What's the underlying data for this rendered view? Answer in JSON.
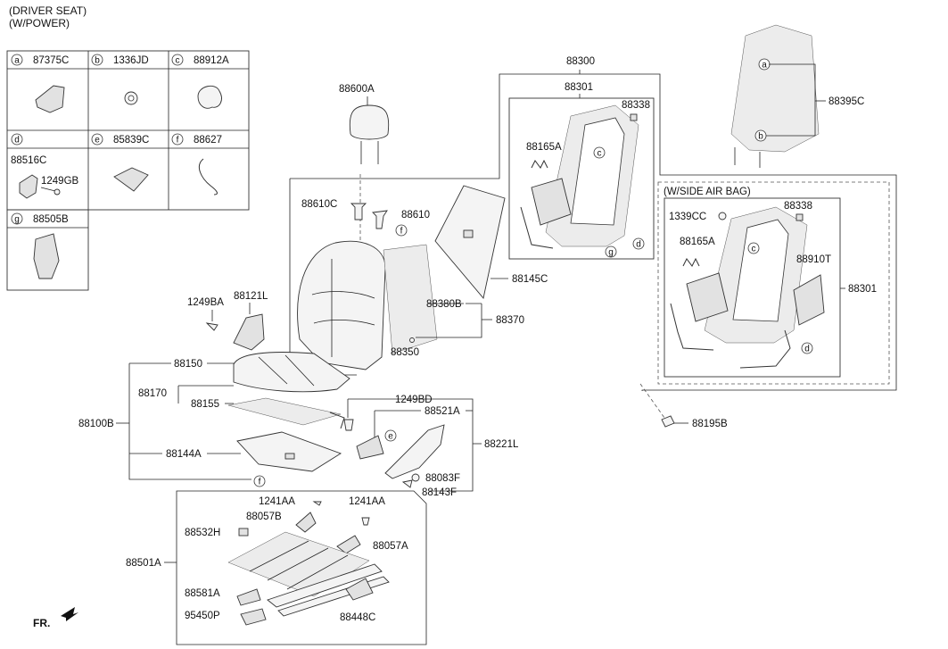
{
  "header": {
    "line1": "(DRIVER SEAT)",
    "line2": "(W/POWER)"
  },
  "legend": {
    "a": {
      "letter": "a",
      "part": "87375C"
    },
    "b": {
      "letter": "b",
      "part": "1336JD"
    },
    "c": {
      "letter": "c",
      "part": "88912A"
    },
    "d": {
      "letter": "d",
      "part1": "88516C",
      "part2": "1249GB"
    },
    "e": {
      "letter": "e",
      "part": "85839C"
    },
    "f": {
      "letter": "f",
      "part": "88627"
    },
    "g": {
      "letter": "g",
      "part": "88505B"
    }
  },
  "labels": {
    "p88300": "88300",
    "p88301_top": "88301",
    "p88338_top": "88338",
    "p88165A_top": "88165A",
    "p88395C": "88395C",
    "p88600A": "88600A",
    "p88610C": "88610C",
    "p88610": "88610",
    "p88145C": "88145C",
    "p88380B": "88380B",
    "p88370": "88370",
    "p88350": "88350",
    "side_airbag": "(W/SIDE AIR BAG)",
    "p88338_sab": "88338",
    "p1339CC": "1339CC",
    "p88165A_sab": "88165A",
    "p88910T": "88910T",
    "p88301_right": "88301",
    "p1249BA": "1249BA",
    "p88121L": "88121L",
    "p88150": "88150",
    "p88170": "88170",
    "p88155": "88155",
    "p88100B": "88100B",
    "p88144A": "88144A",
    "p1249BD": "1249BD",
    "p88521A": "88521A",
    "p88221L": "88221L",
    "p88083F": "88083F",
    "p88143F": "88143F",
    "p88195B": "88195B",
    "p1241AA_l": "1241AA",
    "p1241AA_r": "1241AA",
    "p88057B": "88057B",
    "p88532H": "88532H",
    "p88057A": "88057A",
    "p88501A": "88501A",
    "p88581A": "88581A",
    "p88448C": "88448C",
    "p95450P": "95450P",
    "fr": "FR."
  },
  "callouts": {
    "a": "a",
    "b": "b",
    "c": "c",
    "d": "d",
    "e": "e",
    "f": "f",
    "g": "g"
  }
}
